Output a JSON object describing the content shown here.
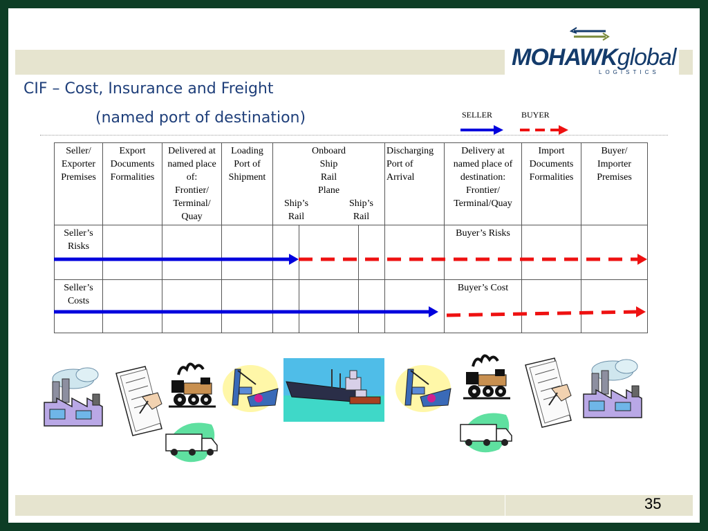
{
  "logo": {
    "word_a": "MOHAWK",
    "word_b": "global",
    "sub": "LOGISTICS"
  },
  "title": {
    "line1": "CIF – Cost, Insurance and Freight",
    "line2": "(named port of destination)"
  },
  "legend": {
    "seller": "SELLER",
    "buyer": "BUYER",
    "seller_color": "#0000dd",
    "buyer_color": "#ee1111"
  },
  "table": {
    "headers": {
      "seller_premises": [
        "Seller/",
        "Exporter",
        "Premises"
      ],
      "export_docs": [
        "Export",
        "Documents",
        "Formalities"
      ],
      "delivered": [
        "Delivered at",
        "named place",
        "of:",
        "Frontier/",
        "Terminal/",
        "Quay"
      ],
      "loading": [
        "Loading",
        "Port of",
        "Shipment"
      ],
      "onboard": [
        "Onboard",
        "Ship",
        "Rail",
        "Plane"
      ],
      "onboard_sub_left": [
        "Ship’s",
        "Rail"
      ],
      "onboard_sub_right": [
        "Ship’s",
        "Rail"
      ],
      "discharging": [
        "Discharging",
        "Port of",
        "Arrival"
      ],
      "delivery": [
        "Delivery at",
        "named place of",
        "destination:",
        "Frontier/",
        "Terminal/Quay"
      ],
      "import_docs": [
        "Import",
        "Documents",
        "Formalities"
      ],
      "buyer_premises": [
        "Buyer/",
        "Importer",
        "Premises"
      ]
    },
    "row_risks": {
      "seller": [
        "Seller’s",
        "Risks"
      ],
      "buyer": "Buyer’s Risks"
    },
    "row_costs": {
      "seller": [
        "Seller’s",
        "Costs"
      ],
      "buyer": "Buyer’s Cost"
    }
  },
  "page_number": "35",
  "icons": [
    "factory-icon",
    "document-signing-icon",
    "train-icon",
    "truck-icon",
    "port-crane-icon",
    "cargo-ship-icon",
    "port-crane-icon",
    "train-icon",
    "truck-icon",
    "document-signing-icon",
    "factory-icon"
  ]
}
